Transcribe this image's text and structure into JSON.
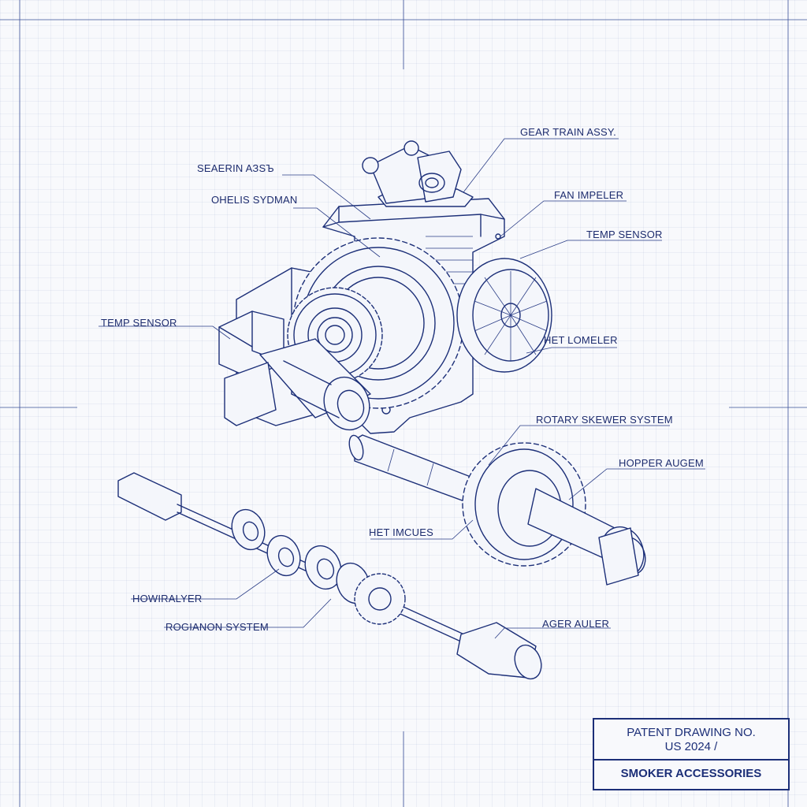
{
  "labels": {
    "gear_train": "GEAR TRAIN ASSY.",
    "seaerin": "SEAERIN AЗSЪ",
    "ohelis": "OHELIS SYDMAN",
    "fan_impeler": "FAN IMPELER",
    "temp_sensor_right": "TEMP SENSOR",
    "temp_sensor_left": "TEMP SENSOR",
    "het_lomeler": "HET LOMELER",
    "rotary_skewer": "ROTARY SKEWER SYSTEM",
    "hopper_augem": "HOPPER AUGEM",
    "het_imcues": "HET IMCUES",
    "howiralyer": "HOWIRALYER",
    "rogianon": "ROGIANON SYSTEM",
    "ager_auler": "AGER AULER"
  },
  "title_block": {
    "line1": "PATENT DRAWING NO.",
    "line2": "US 2024 /",
    "line3": "SMOKER ACCESSORIES"
  },
  "colors": {
    "ink": "#1c2f78",
    "paper": "#f8f9fc"
  }
}
